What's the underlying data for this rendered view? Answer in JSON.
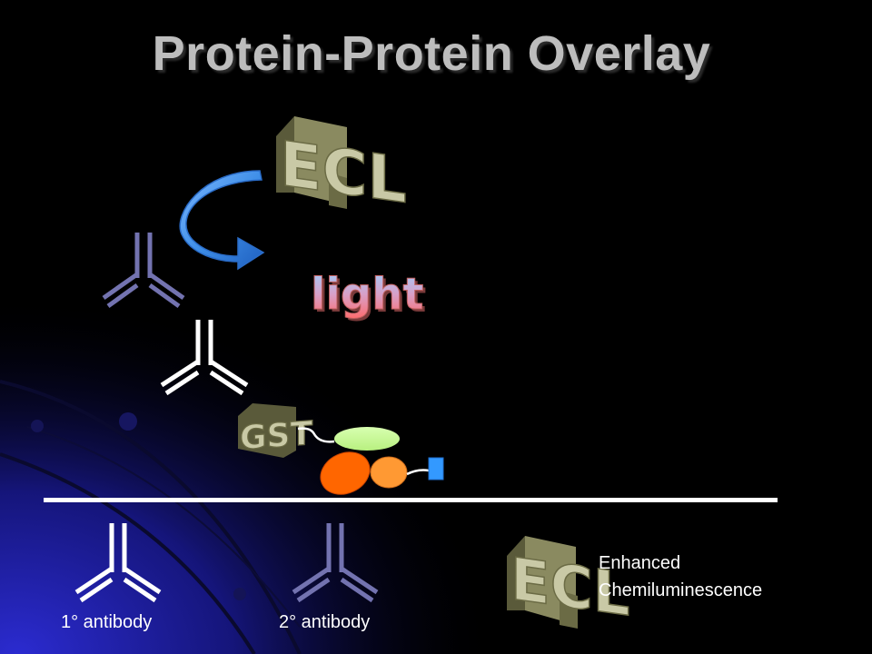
{
  "slide": {
    "title": "Protein-Protein Overlay",
    "wordart": {
      "ecl": "ECL",
      "light": "light",
      "gst": "GST"
    },
    "legend": {
      "primary_antibody": "1° antibody",
      "secondary_antibody": "2° antibody",
      "ecl_line1": "Enhanced",
      "ecl_line2": "Chemiluminescence",
      "ecl_icon": "ECL"
    }
  },
  "colors": {
    "background": "#000000",
    "primary_antibody": "#ffffff",
    "secondary_antibody": "#7373b0",
    "arrow": "#3f8fe8",
    "gst_protein": "#ccff99",
    "protein_a": "#ff6600",
    "protein_b": "#ff9933",
    "tag": "#3399ff",
    "wordart_face": "#c9c9a6"
  }
}
